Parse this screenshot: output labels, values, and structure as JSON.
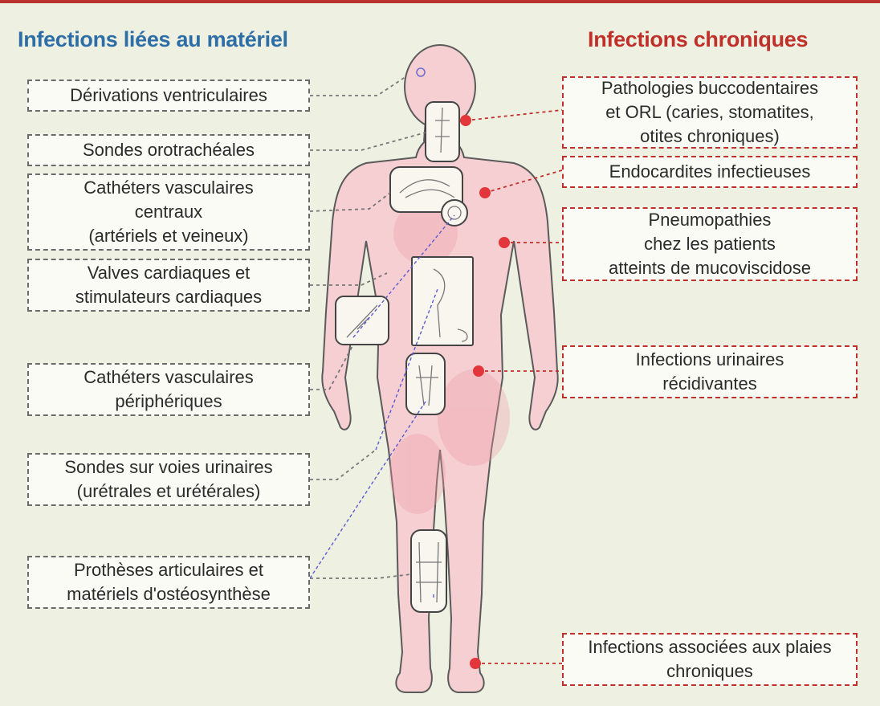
{
  "colors": {
    "left_heading": "#2e6ea6",
    "right_heading": "#c0302b",
    "body_fill": "#f6cfd3",
    "background": "#eef1e2"
  },
  "left": {
    "title": "Infections liées au matériel",
    "items": [
      "Dérivations ventriculaires",
      "Sondes orotrachéales",
      "Cathéters vasculaires\ncentraux\n(artériels et veineux)",
      "Valves cardiaques et\nstimulateurs cardiaques",
      "Cathéters vasculaires\npériphériques",
      "Sondes sur voies urinaires\n(urétrales et urétérales)",
      "Prothèses articulaires et\nmatériels d'ostéosynthèse"
    ]
  },
  "right": {
    "title": "Infections chroniques",
    "items": [
      "Pathologies buccodentaires\net ORL (caries, stomatites,\notites chroniques)",
      "Endocardites infectieuses",
      "Pneumopathies\nchez les patients\natteints de mucoviscidose",
      "Infections urinaires\nrécidivantes",
      "Infections associées aux plaies\nchroniques"
    ]
  }
}
